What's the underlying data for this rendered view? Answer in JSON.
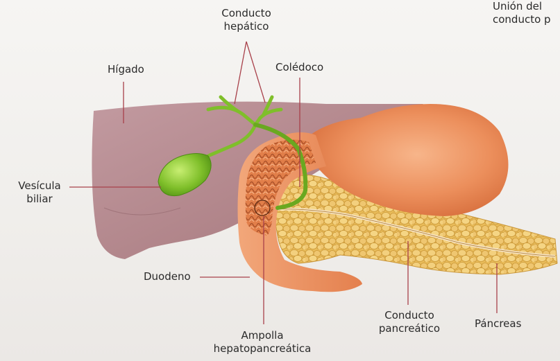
{
  "labels": {
    "conducto_hepatico": [
      "Conducto",
      "hepático"
    ],
    "union": [
      "Unión del",
      "conducto p"
    ],
    "higado": "Hígado",
    "coledoco": "Colédoco",
    "vesicula": [
      "Vesícula",
      "biliar"
    ],
    "duodeno": "Duodeno",
    "ampolla": [
      "Ampolla",
      "hepatopancreática"
    ],
    "conducto_pancreatico": [
      "Conducto",
      "pancreático"
    ],
    "pancreas": "Páncreas"
  },
  "colors": {
    "liver": "#b88a8f",
    "gallbladder": "#7fbf2a",
    "duodenum": "#e8895a",
    "pancreas": "#e6b955",
    "leader_line": "#a8404a"
  }
}
